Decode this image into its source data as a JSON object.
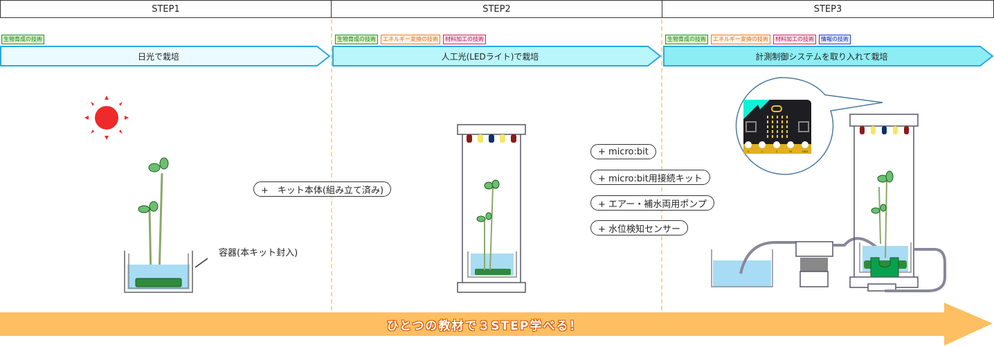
{
  "steps": [
    {
      "title": "STEP1",
      "tags": [
        "生物育成の技術"
      ],
      "banner": "日光で栽培"
    },
    {
      "title": "STEP2",
      "tags": [
        "生物育成の技術",
        "エネルギー変換の技術",
        "材料加工の技術"
      ],
      "banner": "人工光(LEDライト)で栽培"
    },
    {
      "title": "STEP3",
      "tags": [
        "生物育成の技術",
        "エネルギー変換の技術",
        "材料加工の技術",
        "情報の技術"
      ],
      "banner": "計測制御システムを取り入れて栽培"
    }
  ],
  "step1": {
    "container_label": "容器(本キット封入)"
  },
  "step2": {
    "add_kit": "+　キット本体(組み立て済み)"
  },
  "step3": {
    "adds": [
      "+ micro:bit",
      "+ micro:bit用接続キット",
      "+ エアー・補水両用ポンプ",
      "+ 水位検知センサー"
    ]
  },
  "microbit": {
    "pins": [
      "0",
      "1",
      "2",
      "3V",
      "GND"
    ]
  },
  "footer": {
    "slogan": "ひとつの教材で３STEP学べる！"
  },
  "colors": {
    "banner1": "#eafaff",
    "banner2": "#b8f6fb",
    "banner3": "#8ceef4",
    "banner_border": "#29a8e0",
    "arrow": "#fdbf62",
    "sun": "#ee2a2a",
    "water": "#a8dcf5",
    "plant": "#2e8b3c"
  }
}
